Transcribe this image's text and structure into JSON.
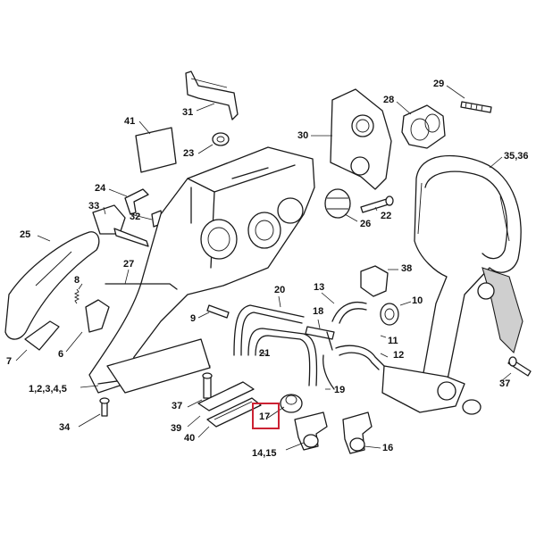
{
  "highlight_color": "#cc2233",
  "diagram": {
    "callouts": {
      "c41": "41",
      "c31": "31",
      "c23": "23",
      "c30": "30",
      "c28": "28",
      "c29": "29",
      "c35_36": "35,36",
      "c24": "24",
      "c33": "33",
      "c32": "32",
      "c22": "22",
      "c26": "26",
      "c25": "25",
      "c27": "27",
      "c38": "38",
      "c8": "8",
      "c20": "20",
      "c13": "13",
      "c10": "10",
      "c9": "9",
      "c18": "18",
      "c11": "11",
      "c7": "7",
      "c6": "6",
      "c21": "21",
      "c12": "12",
      "c1_5": "1,2,3,4,5",
      "c19": "19",
      "c37a": "37",
      "c37b": "37",
      "c17": "17",
      "c34": "34",
      "c39": "39",
      "c40": "40",
      "c14_15": "14,15",
      "c16": "16"
    },
    "highlighted_part": "17"
  }
}
